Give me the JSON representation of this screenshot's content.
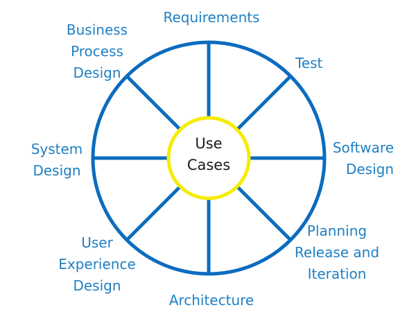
{
  "diagram": {
    "center": {
      "lines": [
        "Use",
        "Cases"
      ]
    },
    "segments": [
      {
        "id": "requirements",
        "lines": [
          "Requirements"
        ]
      },
      {
        "id": "test",
        "lines": [
          "Test"
        ]
      },
      {
        "id": "software-design",
        "lines": [
          "Software",
          "Design"
        ]
      },
      {
        "id": "planning",
        "lines": [
          "Planning",
          "Release and",
          "Iteration"
        ]
      },
      {
        "id": "architecture",
        "lines": [
          "Architecture"
        ]
      },
      {
        "id": "user-experience",
        "lines": [
          "User",
          "Experience",
          "Design"
        ]
      },
      {
        "id": "system-design",
        "lines": [
          "System",
          "Design"
        ]
      },
      {
        "id": "business-process",
        "lines": [
          "Business",
          "Process",
          "Design"
        ]
      }
    ],
    "colors": {
      "outer_ring": "#0b6cbf",
      "spokes": "#0b6cbf",
      "center_ring": "#f5ec00",
      "label_text": "#1f7fc4",
      "center_text": "#1a1a1a"
    }
  }
}
